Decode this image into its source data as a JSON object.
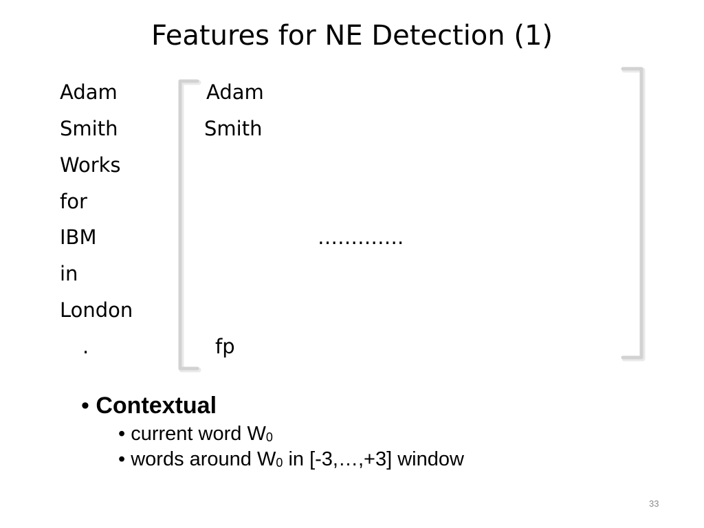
{
  "slide": {
    "title": "Features for NE Detection (1)",
    "sentence_words": [
      "Adam",
      "Smith",
      "Works",
      "for",
      "IBM",
      "in",
      "London",
      "."
    ],
    "feature_vector": {
      "entry_1": "Adam",
      "entry_2": "Smith",
      "ellipsis": "………….",
      "last_entry": "fp"
    },
    "bullets": {
      "main_marker": "•",
      "main_label": "Contextual",
      "sub_marker": "•",
      "sub_1_text": "current word W",
      "sub_1_subscript": "0",
      "sub_2_text_before": "words around W",
      "sub_2_subscript": "0",
      "sub_2_text_after": " in [-3,…,+3] window"
    },
    "page_number": "33",
    "colors": {
      "bracket": "#d2d2d2",
      "bracket_shadow": "#eaeaea",
      "page_number": "#8a8a8a"
    }
  }
}
